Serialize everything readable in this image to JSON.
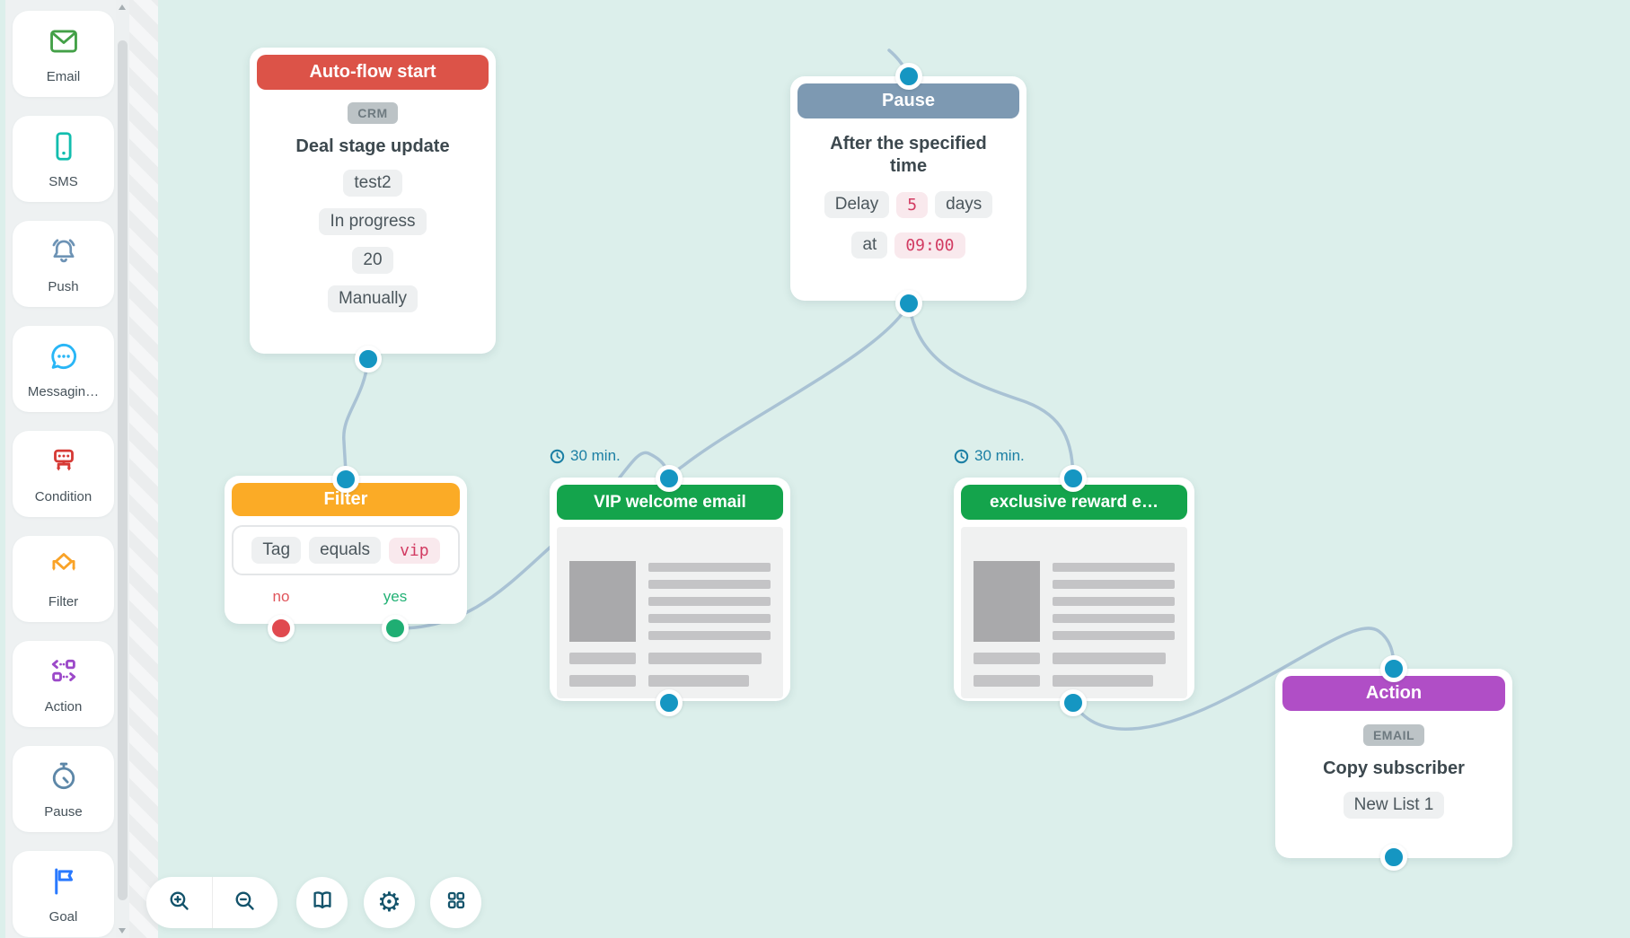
{
  "sidebar": {
    "items": [
      {
        "label": "Email",
        "icon": "email-envelope-icon",
        "color": "#43a047"
      },
      {
        "label": "SMS",
        "icon": "sms-phone-icon",
        "color": "#12bdae"
      },
      {
        "label": "Push",
        "icon": "push-bell-icon",
        "color": "#6d93b5"
      },
      {
        "label": "Messagin…",
        "icon": "messaging-chat-icon",
        "color": "#29b6f6"
      },
      {
        "label": "Condition",
        "icon": "condition-branch-icon",
        "color": "#d63a35"
      },
      {
        "label": "Filter",
        "icon": "filter-diamond-icon",
        "color": "#f9a328"
      },
      {
        "label": "Action",
        "icon": "action-squares-icon",
        "color": "#9c49c9"
      },
      {
        "label": "Pause",
        "icon": "pause-stopwatch-icon",
        "color": "#5d87a8"
      },
      {
        "label": "Goal",
        "icon": "goal-flag-icon",
        "color": "#2979ff"
      }
    ]
  },
  "canvas": {
    "background": "#dcefeb",
    "wire_color": "#a9c2d4",
    "port_color": "#1596c2",
    "nodes": {
      "autoflow": {
        "title": "Auto-flow start",
        "header_color": "#dc5348",
        "badge": "CRM",
        "subtitle": "Deal stage update",
        "chips": [
          "test2",
          "In progress",
          "20",
          "Manually"
        ]
      },
      "pause": {
        "title": "Pause",
        "header_color": "#7d99b2",
        "subtitle": "After the specified time",
        "delay_label": "Delay",
        "delay_value": "5",
        "delay_unit": "days",
        "at_label": "at",
        "at_value": "09:00"
      },
      "filter": {
        "title": "Filter",
        "header_color": "#fbab26",
        "field": "Tag",
        "operator": "equals",
        "value": "vip",
        "no_label": "no",
        "yes_label": "yes",
        "no_color": "#e0555b",
        "yes_color": "#22b175"
      },
      "vip_email": {
        "title": "VIP welcome email",
        "header_color": "#14a44c",
        "wait_label": "30 min."
      },
      "reward_email": {
        "title": "exclusive reward e…",
        "header_color": "#14a44c",
        "wait_label": "30 min."
      },
      "action": {
        "title": "Action",
        "header_color": "#b04ec6",
        "badge": "EMAIL",
        "subtitle": "Copy subscriber",
        "chip": "New List 1"
      }
    }
  },
  "toolbar": {
    "buttons": [
      "zoom-in",
      "zoom-out",
      "guide",
      "settings",
      "blocks"
    ],
    "icon_color": "#13536b"
  }
}
